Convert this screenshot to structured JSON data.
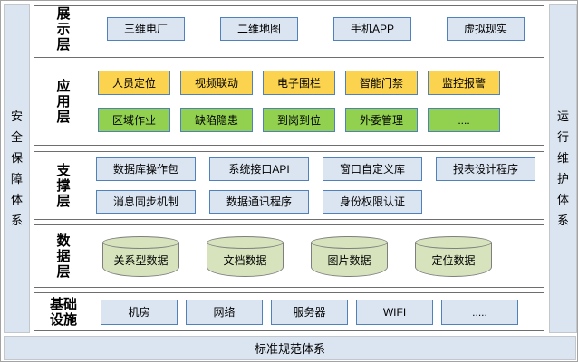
{
  "frame": {
    "left_bar": "安全保障体系",
    "right_bar": "运行维护体系",
    "bottom_bar": "标准规范体系"
  },
  "layers": {
    "presentation": {
      "label": "展示层",
      "items": [
        "三维电厂",
        "二维地图",
        "手机APP",
        "虚拟现实"
      ]
    },
    "application": {
      "label": "应用层",
      "row1": [
        "人员定位",
        "视频联动",
        "电子围栏",
        "智能门禁",
        "监控报警"
      ],
      "row2": [
        "区域作业",
        "缺陷隐患",
        "到岗到位",
        "外委管理",
        "...."
      ]
    },
    "support": {
      "label": "支撑层",
      "row1": [
        "数据库操作包",
        "系统接口API",
        "窗口自定义库",
        "报表设计程序"
      ],
      "row2": [
        "消息同步机制",
        "数据通讯程序",
        "身份权限认证"
      ]
    },
    "data": {
      "label": "数据层",
      "items": [
        "关系型数据",
        "文档数据",
        "图片数据",
        "定位数据"
      ]
    },
    "infrastructure": {
      "label": "基础设施",
      "items": [
        "机房",
        "网络",
        "服务器",
        "WIFI",
        "....."
      ]
    }
  },
  "colors": {
    "panel_fill": "#dbe5f1",
    "panel_border": "#c3c7cc",
    "layer_border": "#6e6e6e",
    "blue_fill": "#dbe5f1",
    "blue_border": "#4f81bd",
    "yellow_fill": "#fcd34e",
    "green_fill": "#92d050",
    "box_border": "#4f81bd",
    "cylinder_fill": "#d6e3bc",
    "cylinder_border": "#7f7f7f"
  }
}
